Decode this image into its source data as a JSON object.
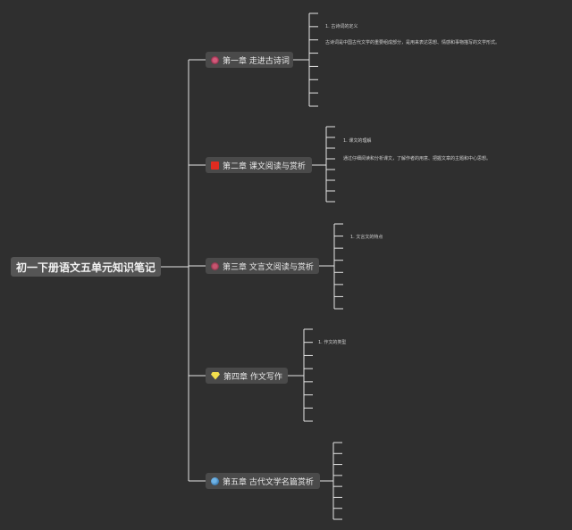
{
  "root": {
    "label": "初一下册语文五单元知识笔记"
  },
  "chapters": [
    {
      "label": "第一章 走进古诗词",
      "icon": "flower-icon",
      "leaves": [
        "1. 古诗词的定义",
        "古诗词是中国古代文学的重要组成部分，是用来表达思想、情感和事物描写的文学形式。"
      ]
    },
    {
      "label": "第二章 课文阅读与赏析",
      "icon": "red-square-icon",
      "leaves": [
        "1. 课文的理解",
        "通过仔细阅读和分析课文，了解作者的用意、把握文章的主题和中心思想。"
      ]
    },
    {
      "label": "第三章 文言文阅读与赏析",
      "icon": "pink-flower-icon",
      "leaves": [
        "1. 文言文的特点"
      ]
    },
    {
      "label": "第四章 作文写作",
      "icon": "gem-icon",
      "leaves": [
        "1. 作文的类型"
      ]
    },
    {
      "label": "第五章 古代文学名篇赏析",
      "icon": "globe-icon",
      "leaves": []
    }
  ],
  "colors": {
    "background": "#2f2f2f",
    "line": "#e6e6e6",
    "node": "#4a4a4a"
  }
}
